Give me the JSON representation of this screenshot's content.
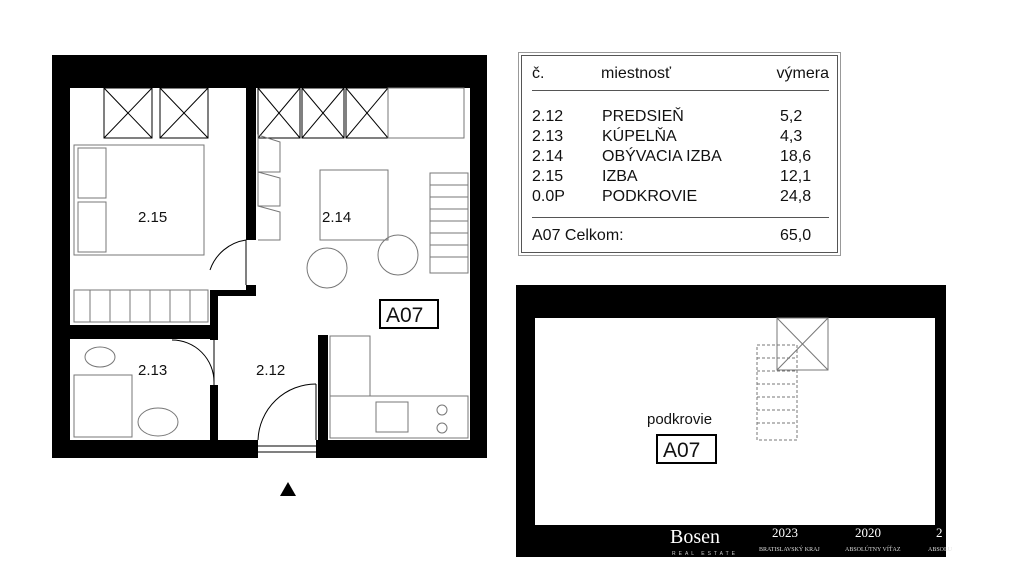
{
  "plan": {
    "unit_label": "A07",
    "rooms": [
      {
        "id": "2.15"
      },
      {
        "id": "2.14"
      },
      {
        "id": "2.13"
      },
      {
        "id": "2.12"
      }
    ],
    "attic_label": "podkrovie",
    "attic_unit_label": "A07"
  },
  "legend": {
    "headers": {
      "number": "č.",
      "room": "miestnosť",
      "area": "výmera"
    },
    "rows": [
      {
        "number": "2.12",
        "room": "PREDSIEŇ",
        "area": "5,2"
      },
      {
        "number": "2.13",
        "room": "KÚPELŇA",
        "area": "4,3"
      },
      {
        "number": "2.14",
        "room": "OBÝVACIA IZBA",
        "area": "18,6"
      },
      {
        "number": "2.15",
        "room": "IZBA",
        "area": "12,1"
      },
      {
        "number": "0.0P",
        "room": "PODKROVIE",
        "area": "24,8"
      }
    ],
    "total_label": "A07 Celkom:",
    "total_area": "65,0"
  },
  "branding": {
    "logo": "Bosen",
    "logo_sub": "REAL ESTATE",
    "awards": [
      {
        "year": "2023",
        "title": "BRATISLAVSKÝ KRAJ"
      },
      {
        "year": "2020",
        "title": "ABSOLÚTNY VÍŤAZ"
      },
      {
        "year": "2",
        "title": "ABSOLU"
      }
    ]
  },
  "icons": [
    "entrance-arrow-icon"
  ]
}
